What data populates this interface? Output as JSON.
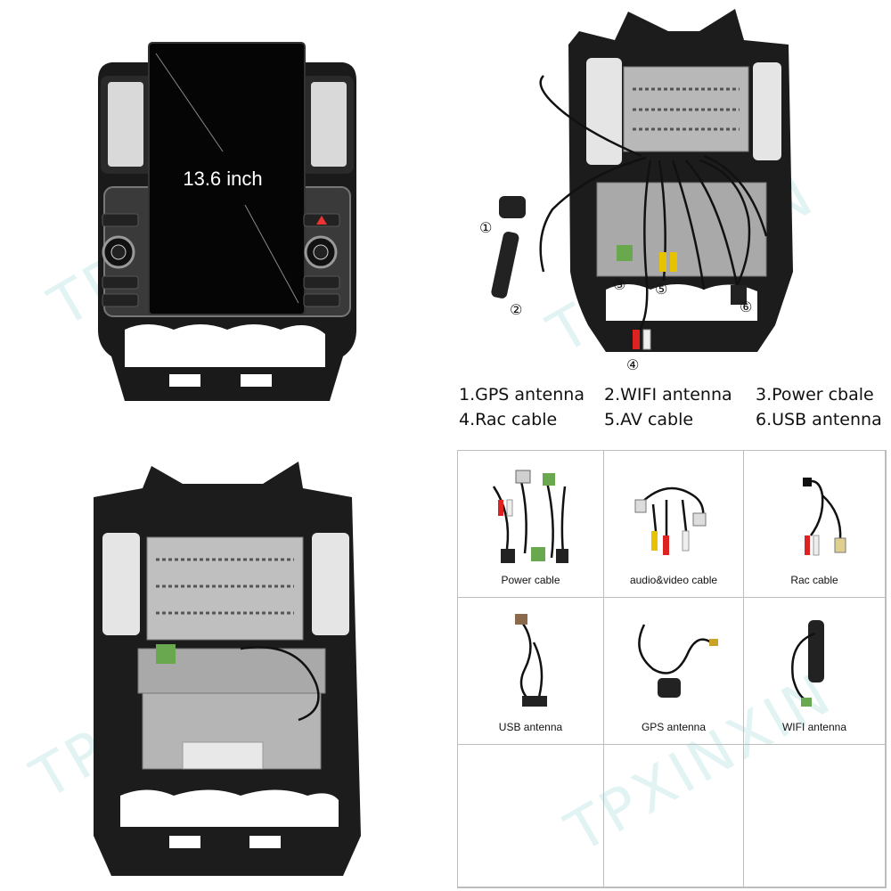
{
  "screen_label": "13.6 inch",
  "callout_numbers": [
    "①",
    "②",
    "③",
    "④",
    "⑤",
    "⑥"
  ],
  "legend": {
    "item1": "1.GPS antenna",
    "item2": "2.WIFI antenna",
    "item3": "3.Power cbale",
    "item4": "4.Rac cable",
    "item5": "5.AV cable",
    "item6": "6.USB antenna"
  },
  "accessories": [
    {
      "label": "Power cable",
      "icon": "power-cable-icon"
    },
    {
      "label": "audio&video cable",
      "icon": "av-cable-icon"
    },
    {
      "label": "Rac cable",
      "icon": "rca-cable-icon"
    },
    {
      "label": "USB antenna",
      "icon": "usb-antenna-icon"
    },
    {
      "label": "GPS antenna",
      "icon": "gps-antenna-icon"
    },
    {
      "label": "WIFI antenna",
      "icon": "wifi-antenna-icon"
    }
  ],
  "watermark": "TPXINXIN",
  "colors": {
    "frame": "#1a1a1a",
    "metal": "#b8b8b8",
    "screen": "#050505",
    "grid": "#bdbdbd"
  }
}
